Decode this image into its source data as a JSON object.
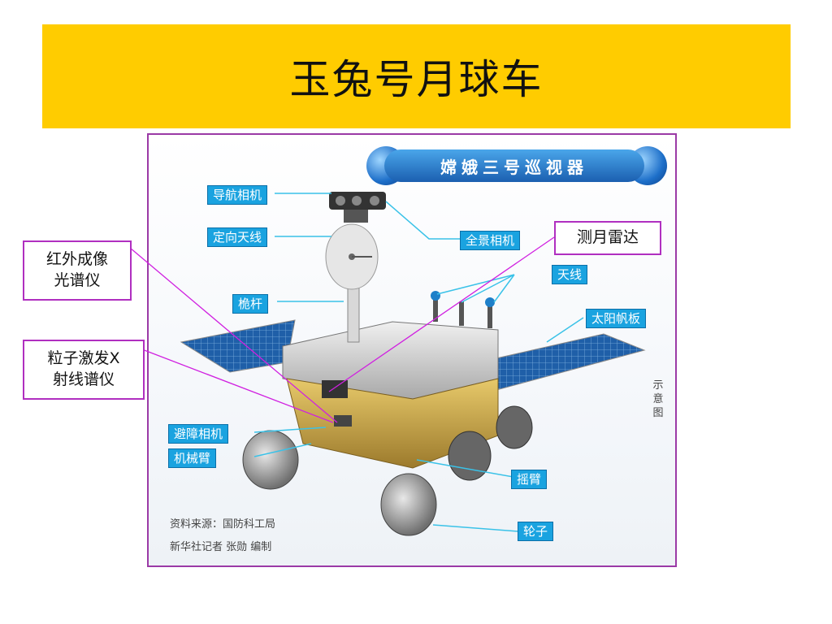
{
  "slide": {
    "title": "玉兔号月球车",
    "colors": {
      "title_bar": "#ffcc00",
      "label_bg": "#1aa3e0",
      "callout_border": "#b02fc0",
      "leader_line": "#d020e0"
    }
  },
  "figure": {
    "banner": "嫦娥三号巡视器",
    "labels": {
      "nav_camera": "导航相机",
      "directional_antenna": "定向天线",
      "mast": "桅杆",
      "panoramic_camera": "全景相机",
      "antenna": "天线",
      "solar_panel": "太阳帆板",
      "hazard_camera": "避障相机",
      "robotic_arm": "机械臂",
      "rocker_arm": "摇臂",
      "wheel": "轮子"
    },
    "side_note": "示意图",
    "source_line1": "资料来源：国防科工局",
    "source_line2": "新华社记者  张勋  编制"
  },
  "callouts": {
    "infrared_line1": "红外成像",
    "infrared_line2": "光谱仪",
    "xray_line1": "粒子激发X",
    "xray_line2": "射线谱仪",
    "radar": "测月雷达"
  }
}
